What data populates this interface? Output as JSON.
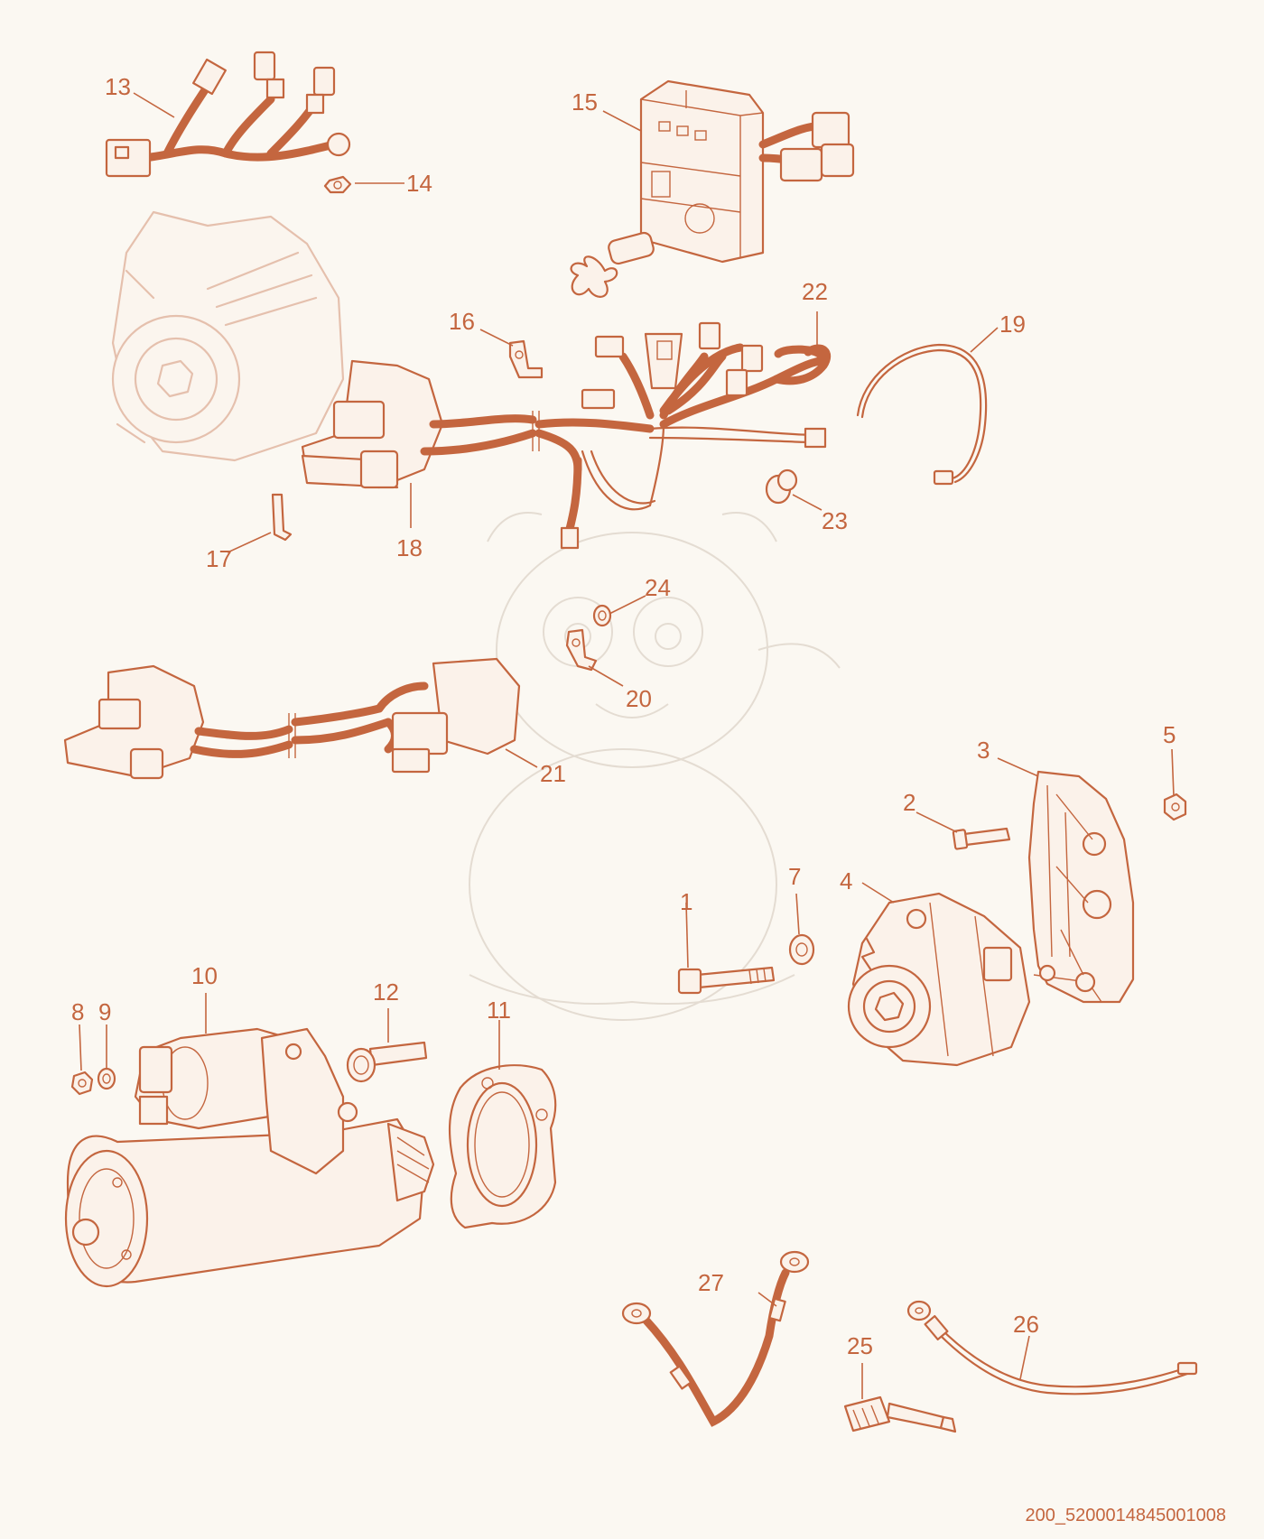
{
  "diagram": {
    "accent_color": "#c4663f",
    "background_color": "#fbf8f2",
    "callouts": [
      "1",
      "2",
      "3",
      "4",
      "5",
      "7",
      "8",
      "9",
      "10",
      "11",
      "12",
      "13",
      "14",
      "15",
      "16",
      "17",
      "18",
      "19",
      "20",
      "21",
      "22",
      "23",
      "24",
      "25",
      "26",
      "27"
    ],
    "reference_code": "200_5200014845001008"
  }
}
